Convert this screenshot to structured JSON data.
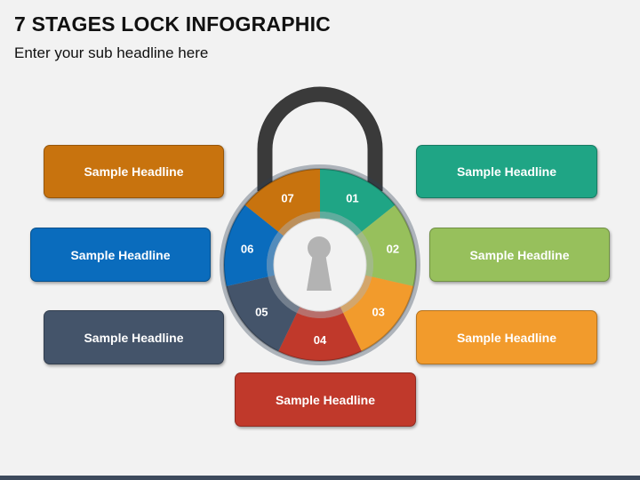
{
  "header": {
    "title": "7 STAGES LOCK INFOGRAPHIC",
    "subtitle": "Enter your sub headline here"
  },
  "stages": [
    {
      "number": "01",
      "headline": "Sample Headline",
      "color": "#1fa585"
    },
    {
      "number": "02",
      "headline": "Sample Headline",
      "color": "#97c05c"
    },
    {
      "number": "03",
      "headline": "Sample Headline",
      "color": "#f29b2c"
    },
    {
      "number": "04",
      "headline": "Sample Headline",
      "color": "#c0392b"
    },
    {
      "number": "05",
      "headline": "Sample Headline",
      "color": "#44546a"
    },
    {
      "number": "06",
      "headline": "Sample Headline",
      "color": "#0a6cbd"
    },
    {
      "number": "07",
      "headline": "Sample Headline",
      "color": "#c8730e"
    }
  ],
  "icons": {
    "shackle": "padlock-shackle-icon",
    "keyhole": "keyhole-icon"
  }
}
